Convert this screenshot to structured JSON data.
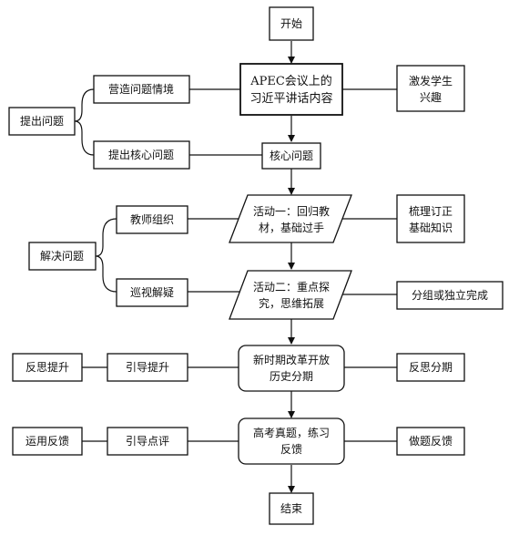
{
  "flowchart": {
    "start": "开始",
    "main": {
      "apec": [
        "APEC会议上的",
        "习近平讲话内容"
      ],
      "core": "核心问题",
      "activity1": [
        "活动一：回归教",
        "材，基础过手"
      ],
      "activity2": [
        "活动二：重点探",
        "究，思维拓展"
      ],
      "history": [
        "新时期改革开放",
        "历史分期"
      ],
      "exam": [
        "高考真题，练习",
        "反馈"
      ],
      "end": "结束"
    },
    "right": {
      "interest": [
        "激发学生",
        "兴趣"
      ],
      "review": [
        "梳理订正",
        "基础知识"
      ],
      "group": "分组或独立完成",
      "reflect": "反思分期",
      "practice": "做题反馈"
    },
    "left": {
      "situation": "营造问题情境",
      "raise_core": "提出核心问题",
      "raise": "提出问题",
      "organize": "教师组织",
      "patrol": "巡视解疑",
      "solve": "解决问题",
      "guide_improve": "引导提升",
      "reflect_improve": "反思提升",
      "guide_comment": "引导点评",
      "apply_feedback": "运用反馈"
    }
  }
}
